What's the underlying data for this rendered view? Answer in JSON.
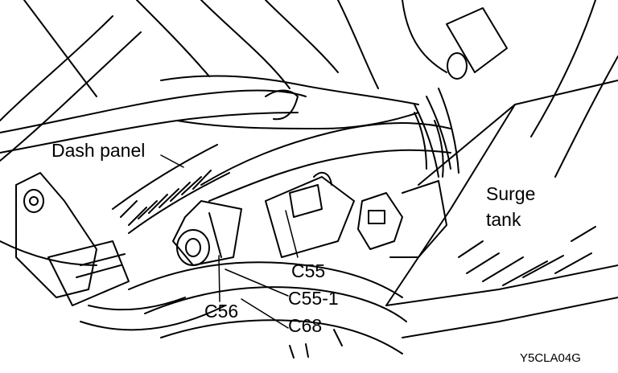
{
  "labels": {
    "dash_panel": "Dash panel",
    "surge_tank_line1": "Surge",
    "surge_tank_line2": "tank",
    "c55": "C55",
    "c55_1": "C55-1",
    "c68": "C68",
    "c56": "C56",
    "figure_code": "Y5CLA04G"
  }
}
